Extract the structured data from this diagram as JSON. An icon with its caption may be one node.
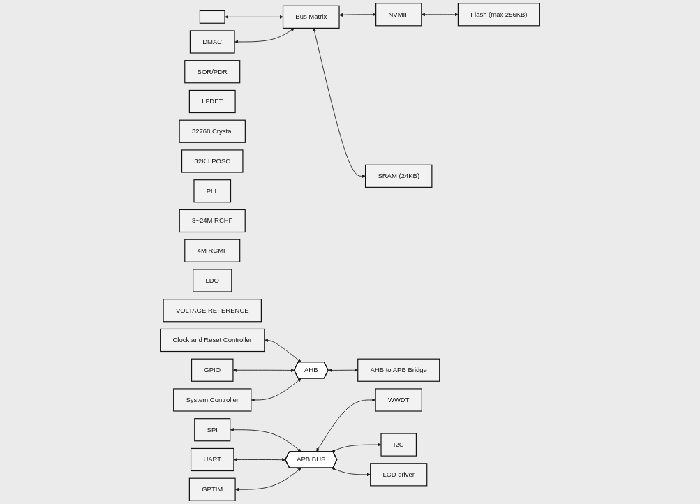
{
  "diagram": {
    "nodes": [
      {
        "text": [],
        "shape": "box"
      },
      {
        "text": [
          "DMAC"
        ]
      },
      {
        "text": [
          "Bus Matrix"
        ]
      },
      {
        "text": [
          "NVMIF"
        ]
      },
      {
        "text": [
          "SRAM (24KB)"
        ]
      },
      {
        "text": [
          "Flash (max 256KB)"
        ]
      },
      {
        "text": [
          "BOR/PDR"
        ]
      },
      {
        "text": [
          "LFDET"
        ]
      },
      {
        "text": [
          "32768 Crystal"
        ]
      },
      {
        "text": [
          "32K LPOSC"
        ]
      },
      {
        "text": [
          "PLL"
        ]
      },
      {
        "text": [
          "8~24M RCHF"
        ]
      },
      {
        "text": [
          "4M RCMF"
        ]
      },
      {
        "text": [
          "LDO"
        ]
      },
      {
        "text": [
          "VOLTAGE REFERENCE"
        ]
      },
      {
        "text": [
          "Clock and Reset Controller"
        ]
      },
      {
        "text": [
          "GPIO"
        ]
      },
      {
        "text": [
          "System Controller"
        ]
      },
      {
        "text": [
          "AHB"
        ]
      },
      {
        "text": [
          "AHB to APB Bridge"
        ]
      },
      {
        "text": [
          "APB BUS"
        ]
      },
      {
        "text": [
          "SPI"
        ]
      },
      {
        "text": [
          "UART"
        ]
      },
      {
        "text": [
          "GPTIM"
        ]
      },
      {
        "text": [
          "WWDT"
        ]
      },
      {
        "text": [
          "I2C"
        ]
      },
      {
        "text": [
          "LCD driver"
        ]
      }
    ],
    "edges": [
      {
        "from": 0,
        "to": 2,
        "arrow": "both"
      },
      {
        "from": 1,
        "to": 2,
        "arrow": "both"
      },
      {
        "from": 2,
        "to": 3,
        "arrow": "both"
      },
      {
        "from": 3,
        "to": 5,
        "arrow": "both"
      },
      {
        "from": 2,
        "to": 4,
        "arrow": "both"
      },
      {
        "from": 15,
        "to": 18,
        "arrow": "both"
      },
      {
        "from": 16,
        "to": 18,
        "arrow": "both"
      },
      {
        "from": 17,
        "to": 18,
        "arrow": "both"
      },
      {
        "from": 18,
        "to": 19,
        "arrow": "both"
      },
      {
        "from": 21,
        "to": 20,
        "arrow": "both"
      },
      {
        "from": 22,
        "to": 20,
        "arrow": "both"
      },
      {
        "from": 23,
        "to": 20,
        "arrow": "both"
      },
      {
        "from": 20,
        "to": 24,
        "arrow": "both"
      },
      {
        "from": 20,
        "to": 25,
        "arrow": "both"
      },
      {
        "from": 20,
        "to": 26,
        "arrow": "both"
      }
    ]
  }
}
